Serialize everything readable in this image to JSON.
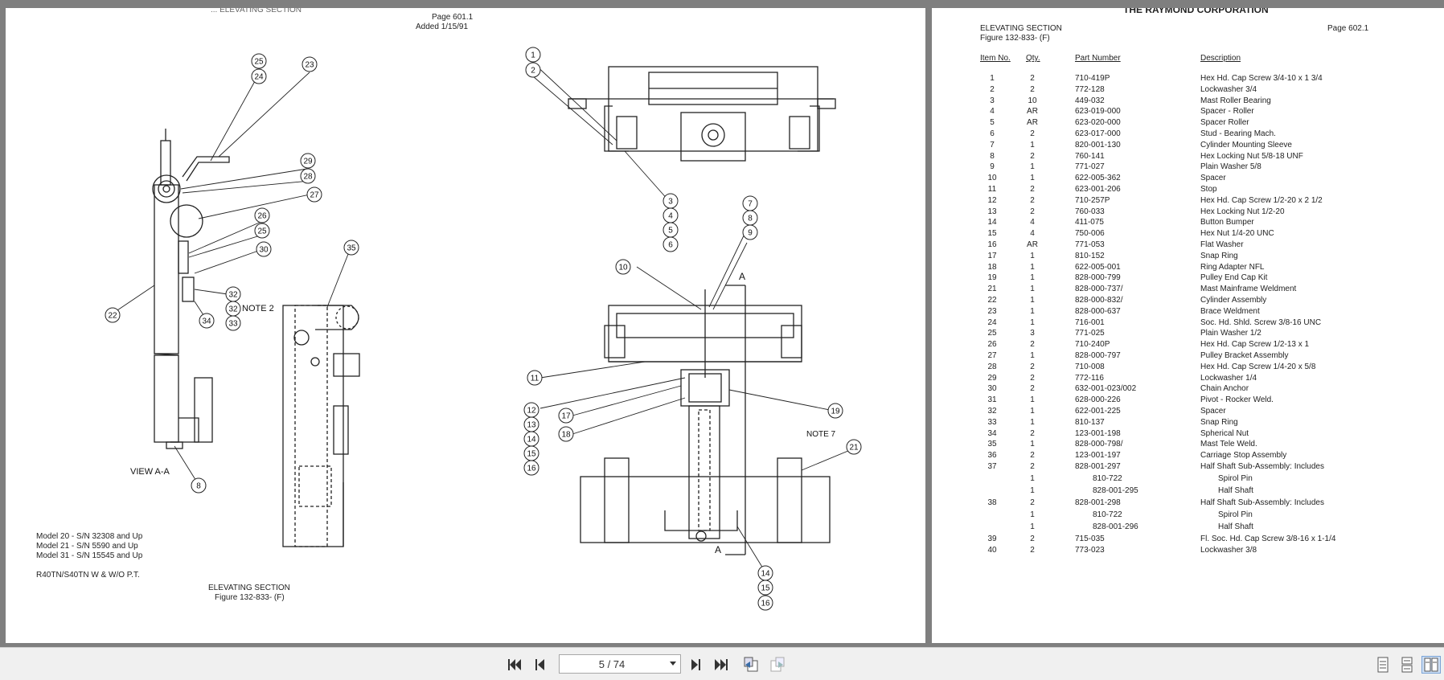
{
  "left_page": {
    "header_cut": "... ELEVATING SECTION",
    "page_label": "Page 601.1",
    "added_label": "Added 1/15/91",
    "view_label": "VIEW A-A",
    "note2": "NOTE 2",
    "note7": "NOTE 7",
    "section_a": "A",
    "models": [
      "Model 20 - S/N 32308 and Up",
      "Model 21 - S/N 5590 and Up",
      "Model 31 - S/N 15545 and Up"
    ],
    "model_line": "R40TN/S40TN W & W/O P.T.",
    "section_title": "ELEVATING SECTION",
    "figure_label": "Figure 132-833- (F)",
    "callouts": [
      "1",
      "2",
      "3",
      "4",
      "5",
      "6",
      "7",
      "8",
      "9",
      "10",
      "11",
      "12",
      "13",
      "14",
      "15",
      "16",
      "17",
      "18",
      "19",
      "21",
      "22",
      "23",
      "24",
      "25",
      "26",
      "27",
      "28",
      "29",
      "30",
      "32",
      "33",
      "34",
      "35",
      "8",
      "14",
      "15",
      "16",
      "25"
    ]
  },
  "right_page": {
    "company": "THE RAYMOND CORPORATION",
    "section_title": "ELEVATING SECTION",
    "figure_label": "Figure 132-833- (F)",
    "page_label": "Page 602.1",
    "headers": {
      "item": "Item No.",
      "qty": "Qty.",
      "part": "Part Number",
      "desc": "Description"
    },
    "rows": [
      {
        "item": "1",
        "qty": "2",
        "part": "710-419P",
        "desc": "Hex Hd. Cap Screw 3/4-10 x 1 3/4"
      },
      {
        "item": "2",
        "qty": "2",
        "part": "772-128",
        "desc": "Lockwasher 3/4"
      },
      {
        "item": "3",
        "qty": "10",
        "part": "449-032",
        "desc": "Mast Roller Bearing"
      },
      {
        "item": "4",
        "qty": "AR",
        "part": "623-019-000",
        "desc": "Spacer - Roller"
      },
      {
        "item": "5",
        "qty": "AR",
        "part": "623-020-000",
        "desc": "Spacer Roller"
      },
      {
        "item": "6",
        "qty": "2",
        "part": "623-017-000",
        "desc": "Stud - Bearing Mach."
      },
      {
        "item": "7",
        "qty": "1",
        "part": "820-001-130",
        "desc": "Cylinder Mounting Sleeve"
      },
      {
        "item": "8",
        "qty": "2",
        "part": "760-141",
        "desc": "Hex Locking Nut 5/8-18 UNF"
      },
      {
        "item": "9",
        "qty": "1",
        "part": "771-027",
        "desc": "Plain Washer 5/8"
      },
      {
        "item": "10",
        "qty": "1",
        "part": "622-005-362",
        "desc": "Spacer"
      },
      {
        "item": "11",
        "qty": "2",
        "part": "623-001-206",
        "desc": "Stop"
      },
      {
        "item": "12",
        "qty": "2",
        "part": "710-257P",
        "desc": "Hex Hd. Cap Screw 1/2-20 x 2 1/2"
      },
      {
        "item": "13",
        "qty": "2",
        "part": "760-033",
        "desc": "Hex Locking Nut 1/2-20"
      },
      {
        "item": "14",
        "qty": "4",
        "part": "411-075",
        "desc": "Button Bumper"
      },
      {
        "item": "15",
        "qty": "4",
        "part": "750-006",
        "desc": "Hex Nut 1/4-20 UNC"
      },
      {
        "item": "16",
        "qty": "AR",
        "part": "771-053",
        "desc": "Flat Washer"
      },
      {
        "item": "17",
        "qty": "1",
        "part": "810-152",
        "desc": "Snap Ring"
      },
      {
        "item": "18",
        "qty": "1",
        "part": "622-005-001",
        "desc": "Ring Adapter NFL"
      },
      {
        "item": "19",
        "qty": "1",
        "part": "828-000-799",
        "desc": "Pulley End Cap Kit"
      },
      {
        "item": "21",
        "qty": "1",
        "part": "828-000-737/",
        "desc": "Mast Mainframe Weldment"
      },
      {
        "item": "22",
        "qty": "1",
        "part": "828-000-832/",
        "desc": "Cylinder Assembly"
      },
      {
        "item": "23",
        "qty": "1",
        "part": "828-000-637",
        "desc": "Brace Weldment"
      },
      {
        "item": "24",
        "qty": "1",
        "part": "716-001",
        "desc": "Soc. Hd. Shld. Screw 3/8-16 UNC"
      },
      {
        "item": "25",
        "qty": "3",
        "part": "771-025",
        "desc": "Plain Washer 1/2"
      },
      {
        "item": "26",
        "qty": "2",
        "part": "710-240P",
        "desc": "Hex Hd. Cap Screw 1/2-13 x 1"
      },
      {
        "item": "27",
        "qty": "1",
        "part": "828-000-797",
        "desc": "Pulley Bracket Assembly"
      },
      {
        "item": "28",
        "qty": "2",
        "part": "710-008",
        "desc": "Hex Hd. Cap Screw 1/4-20 x 5/8"
      },
      {
        "item": "29",
        "qty": "2",
        "part": "772-116",
        "desc": "Lockwasher 1/4"
      },
      {
        "item": "30",
        "qty": "2",
        "part": "632-001-023/002",
        "desc": "Chain Anchor"
      },
      {
        "item": "31",
        "qty": "1",
        "part": "628-000-226",
        "desc": "Pivot - Rocker Weld."
      },
      {
        "item": "32",
        "qty": "1",
        "part": "622-001-225",
        "desc": "Spacer"
      },
      {
        "item": "33",
        "qty": "1",
        "part": "810-137",
        "desc": "Snap Ring"
      },
      {
        "item": "34",
        "qty": "2",
        "part": "123-001-198",
        "desc": "Spherical Nut"
      },
      {
        "item": "35",
        "qty": "1",
        "part": "828-000-798/",
        "desc": "Mast Tele Weld."
      },
      {
        "item": "36",
        "qty": "2",
        "part": "123-001-197",
        "desc": "Carriage Stop Assembly"
      },
      {
        "item": "37",
        "qty": "2",
        "part": "828-001-297",
        "desc": "Half Shaft Sub-Assembly:  Includes"
      },
      {
        "item": "",
        "qty": "1",
        "part": "810-722",
        "desc": "Spirol Pin",
        "sub": true
      },
      {
        "item": "",
        "qty": "1",
        "part": "828-001-295",
        "desc": "Half Shaft",
        "sub": true
      },
      {
        "item": "38",
        "qty": "2",
        "part": "828-001-298",
        "desc": "Half Shaft Sub-Assembly:  Includes"
      },
      {
        "item": "",
        "qty": "1",
        "part": "810-722",
        "desc": "Spirol Pin",
        "sub": true
      },
      {
        "item": "",
        "qty": "1",
        "part": "828-001-296",
        "desc": "Half Shaft",
        "sub": true
      },
      {
        "item": "39",
        "qty": "2",
        "part": "715-035",
        "desc": "Fl. Soc. Hd. Cap Screw 3/8-16 x 1-1/4"
      },
      {
        "item": "40",
        "qty": "2",
        "part": "773-023",
        "desc": "Lockwasher 3/8"
      }
    ]
  },
  "toolbar": {
    "page_indicator": "5 / 74",
    "icons": [
      "first-page-icon",
      "prev-page-icon",
      "page-dropdown-icon",
      "next-page-icon",
      "last-page-icon",
      "go-back-icon",
      "go-forward-icon",
      "single-page-view-icon",
      "continuous-view-icon",
      "two-page-view-icon"
    ]
  }
}
